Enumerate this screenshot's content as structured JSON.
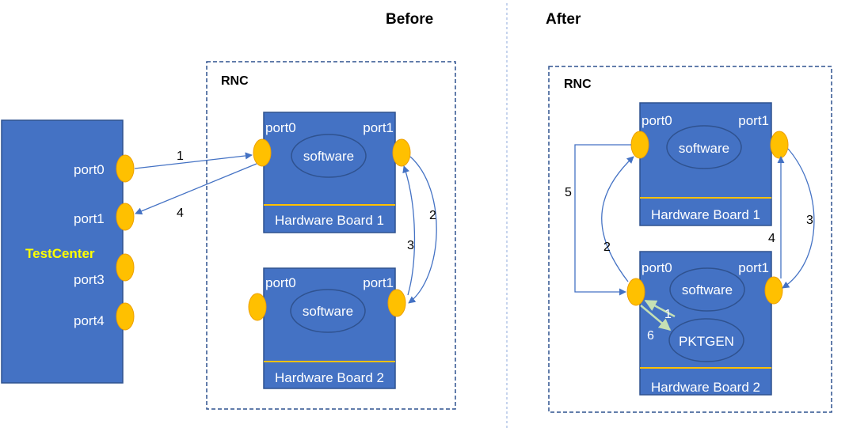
{
  "headings": {
    "before": "Before",
    "after": "After"
  },
  "colors": {
    "board_fill": "#4472C4",
    "board_stroke": "#2F528F",
    "port_fill": "#FFC000",
    "port_stroke": "#ED9F00",
    "arrow": "#4472C4",
    "arrow_light": "#C5E0B4",
    "testcenter_label": "#FFFF00",
    "divider_line": "#FFC000",
    "frame": "#2F528F"
  },
  "testcenter": {
    "label": "TestCenter",
    "ports": [
      "port0",
      "port1",
      "port3",
      "port4"
    ]
  },
  "before": {
    "rnc_label": "RNC",
    "board1": {
      "port_left": "port0",
      "port_right": "port1",
      "module": "software",
      "name": "Hardware Board 1"
    },
    "board2": {
      "port_left": "port0",
      "port_right": "port1",
      "module": "software",
      "name": "Hardware Board 2"
    },
    "steps": [
      "1",
      "2",
      "3",
      "4"
    ]
  },
  "after": {
    "rnc_label": "RNC",
    "board1": {
      "port_left": "port0",
      "port_right": "port1",
      "module": "software",
      "name": "Hardware Board 1"
    },
    "board2": {
      "port_left": "port0",
      "port_right": "port1",
      "module": "software",
      "module2": "PKTGEN",
      "name": "Hardware Board 2"
    },
    "steps": [
      "1",
      "2",
      "3",
      "4",
      "5",
      "6"
    ]
  }
}
